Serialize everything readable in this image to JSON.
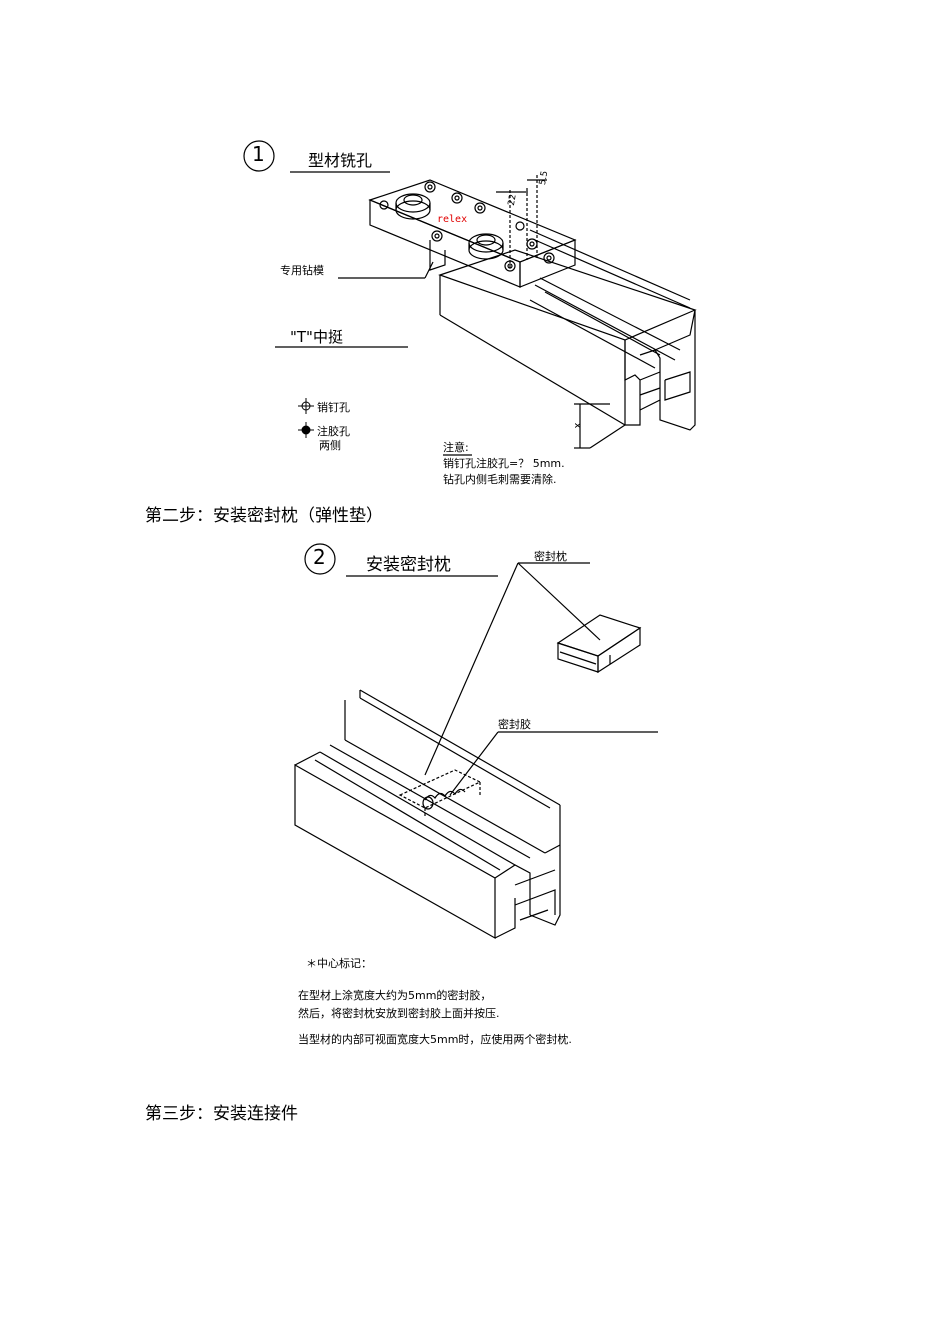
{
  "figure1": {
    "number": "①",
    "title": "型材铣孔",
    "label_template": "专用钻模",
    "label_profile": "\"T\"中挺",
    "brand_mark": "relex",
    "dim_22": "22",
    "dim_55": "5.5",
    "dim_x": "x",
    "legend_pin": "销钉孔",
    "legend_glue": "注胶孔",
    "legend_glue_sub": "两侧",
    "note_title": "注意:",
    "note_line1": "销钉孔注胶孔=？ 5mm.",
    "note_line2": "钻孔内侧毛刺需要清除."
  },
  "step2": {
    "heading": "第二步：安装密封枕（弹性垫）"
  },
  "figure2": {
    "number": "②",
    "title": "安装密封枕",
    "label_pillow": "密封枕",
    "label_glue": "密封胶",
    "center_mark": "＊中心标记：",
    "text_line1": "在型材上涂宽度大约为5mm的密封胶，",
    "text_line2": "然后，将密封枕安放到密封胶上面并按压.",
    "text_line3": "当型材的内部可视面宽度大5mm时，应使用两个密封枕."
  },
  "step3": {
    "heading": "第三步：安装连接件"
  }
}
